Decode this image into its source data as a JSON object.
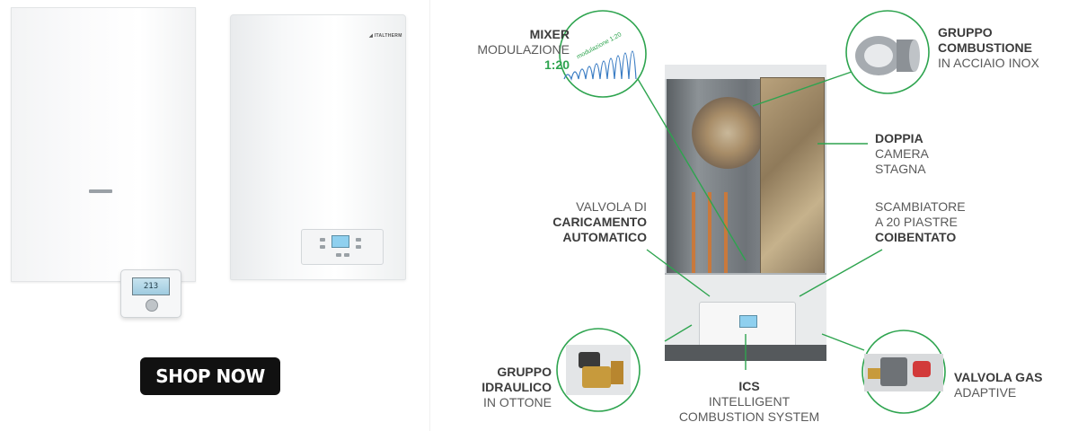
{
  "product": {
    "front_brand": "",
    "side_logo": "◢ ITALTHERM",
    "thermostat_display": "213"
  },
  "shop_button": {
    "label": "SHOP NOW"
  },
  "callouts": {
    "mixer": {
      "title": "MIXER",
      "line1": "MODULAZIONE",
      "accent": "1:20",
      "badge": "modulazione 1:20"
    },
    "gruppo_combustione": {
      "title1": "GRUPPO",
      "title2": "COMBUSTIONE",
      "line1": "IN ACCIAIO INOX"
    },
    "doppia_camera": {
      "title": "DOPPIA",
      "line1": "CAMERA",
      "line2": "STAGNA"
    },
    "valvola_caricamento": {
      "line1": "VALVOLA DI",
      "title1": "CARICAMENTO",
      "title2": "AUTOMATICO"
    },
    "scambiatore": {
      "line1": "SCAMBIATORE",
      "line2": "A 20 PIASTRE",
      "title": "COIBENTATO"
    },
    "gruppo_idraulico": {
      "title1": "GRUPPO",
      "title2": "IDRAULICO",
      "line1": "IN OTTONE"
    },
    "ics": {
      "title": "ICS",
      "line1": "INTELLIGENT",
      "line2": "COMBUSTION SYSTEM"
    },
    "valvola_gas": {
      "title": "VALVOLA GAS",
      "line1": "ADAPTIVE"
    }
  },
  "colors": {
    "accent_green": "#2ea44f",
    "button_bg": "#111111",
    "text_gray": "#5a5a5a"
  }
}
